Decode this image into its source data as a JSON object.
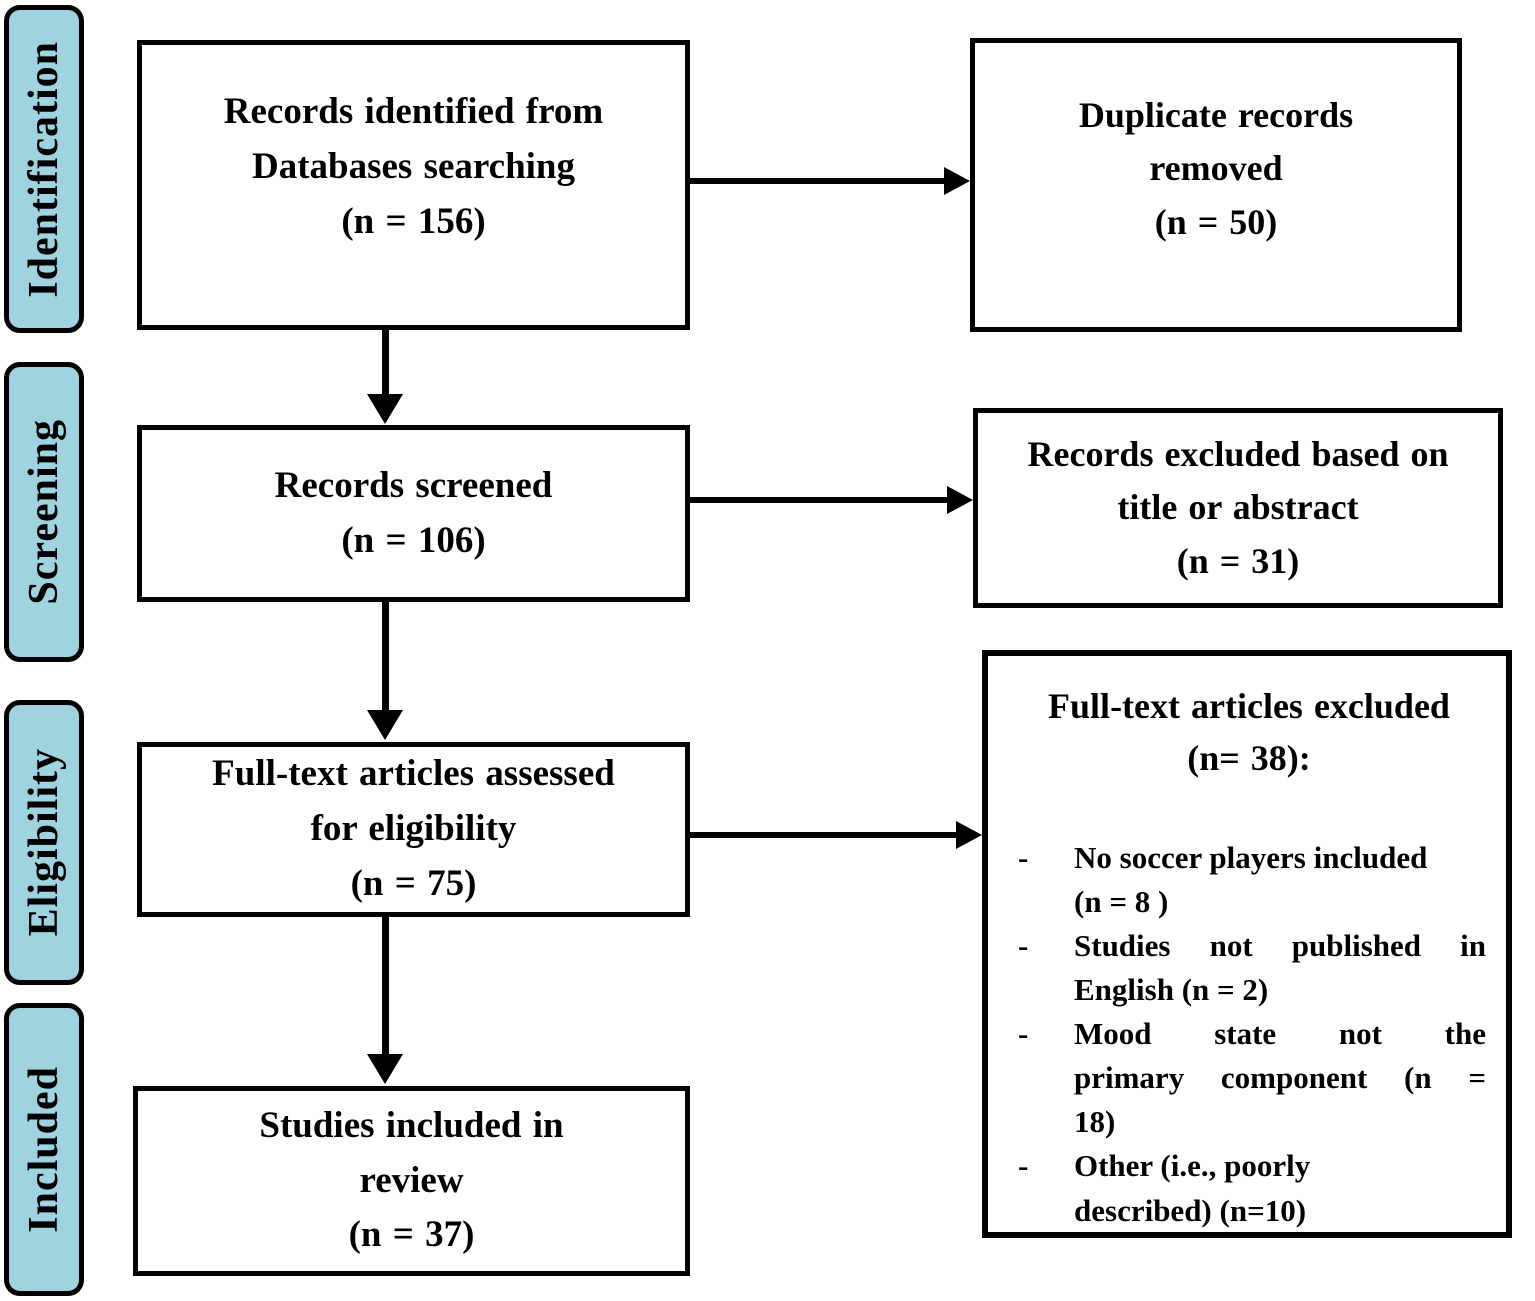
{
  "diagram_type": "prisma-flow-diagram",
  "colors": {
    "stage_fill": "#9ED3DF",
    "line_and_border": "#000000",
    "box_fill": "#ffffff"
  },
  "stages": [
    {
      "label": "Identification"
    },
    {
      "label": "Screening"
    },
    {
      "label": "Eligibility"
    },
    {
      "label": "Included"
    }
  ],
  "boxes": {
    "identified": {
      "lines": [
        "Records identified from",
        "Databases searching",
        "(n = 156)"
      ]
    },
    "duplicates_removed": {
      "lines": [
        "Duplicate records",
        "removed",
        "(n = 50)"
      ]
    },
    "screened": {
      "lines": [
        "Records screened",
        "(n = 106)"
      ]
    },
    "excluded_title_abstract": {
      "lines": [
        "Records excluded based on",
        "title or abstract",
        "(n = 31)"
      ]
    },
    "fulltext_assessed": {
      "lines": [
        "Full-text articles assessed",
        "for eligibility",
        "(n = 75)"
      ]
    },
    "fulltext_excluded": {
      "title_lines": [
        "Full-text articles excluded",
        "(n= 38):"
      ],
      "bullets": [
        {
          "marker": "-",
          "lines": [
            {
              "text": "No soccer players included",
              "justify": false
            },
            {
              "text": "(n = 8 )",
              "justify": false
            }
          ]
        },
        {
          "marker": "-",
          "lines": [
            {
              "text": "Studies not published in",
              "justify": true
            },
            {
              "text": "English (n = 2)",
              "justify": false
            }
          ]
        },
        {
          "marker": "-",
          "lines": [
            {
              "text": "Mood state not the",
              "justify": true
            },
            {
              "text": "primary component (n =",
              "justify": true
            },
            {
              "text": "18)",
              "justify": false
            }
          ]
        },
        {
          "marker": "-",
          "lines": [
            {
              "text": "Other (i.e., poorly",
              "justify": false
            },
            {
              "text": "described) (n=10)",
              "justify": false
            }
          ]
        }
      ]
    },
    "included_review": {
      "lines": [
        "Studies included in",
        "review",
        "(n = 37)"
      ]
    }
  }
}
